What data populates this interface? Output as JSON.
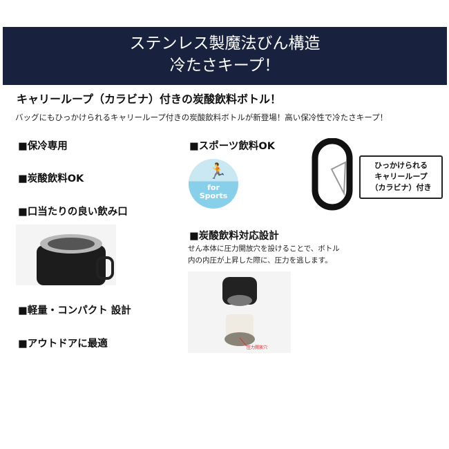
{
  "banner": {
    "line1": "ステンレス製魔法びん構造",
    "line2": "冷たさキープ！"
  },
  "headline": "キャリーループ（カラビナ）付きの炭酸飲料ボトル！",
  "lead": "バッグにもひっかけられるキャリーループ付きの炭酸飲料ボトルが新登場！高い保冷性で冷たさキープ！",
  "features_left": [
    "■保冷専用",
    "■炭酸飲料OK",
    "■口当たりの良い飲み口",
    "■軽量・コンパクト 設計",
    "■アウトドアに最適"
  ],
  "sports": {
    "title": "■スポーツ飲料OK",
    "badge_line1": "for",
    "badge_line2": "Sports"
  },
  "carabiner": {
    "line1": "ひっかけられる",
    "line2": "キャリーループ",
    "line3": "（カラビナ）付き"
  },
  "carbonated": {
    "title": "■炭酸飲料対応設計",
    "desc_line1": "せん本体に圧力開放穴を設けることで、ボトル",
    "desc_line2": "内の内圧が上昇した際に、圧力を逃します。",
    "callout": "圧力開放穴"
  }
}
